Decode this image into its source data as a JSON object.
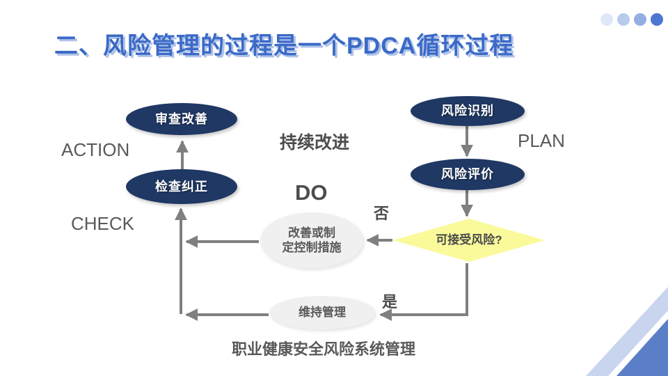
{
  "slide": {
    "title": "二、风险管理的过程是一个PDCA循环过程",
    "caption": "职业健康安全风险系统管理"
  },
  "decor": {
    "dots": [
      "#DFE8F8",
      "#B9CBEC",
      "#94AEE2",
      "#4C78D1"
    ],
    "corner_stripe_color": "#C9D5EE",
    "corner_triangle_color": "#5B7EC8"
  },
  "labels": {
    "action": "ACTION",
    "check": "CHECK",
    "plan": "PLAN",
    "do": "DO",
    "continuous_improvement": "持续改进",
    "no": "否",
    "yes": "是"
  },
  "nodes": {
    "review_improvement": "审查改善",
    "check_correction": "检查纠正",
    "risk_identification": "风险识别",
    "risk_evaluation": "风险评价",
    "improve_or_set_controls": "改善或制\n定控制措施",
    "maintain_management": "维持管理",
    "acceptable_risk": "可接受风险?"
  },
  "colors": {
    "title": "#3B6AC7",
    "title_shadow": "#AFC2E8",
    "navy_node": "#1F3864",
    "gray_node_fill": "#F0F0F0",
    "diamond_fill": "#FAFA9B",
    "arrow": "#7F7F7F",
    "label_gray": "#595959"
  }
}
